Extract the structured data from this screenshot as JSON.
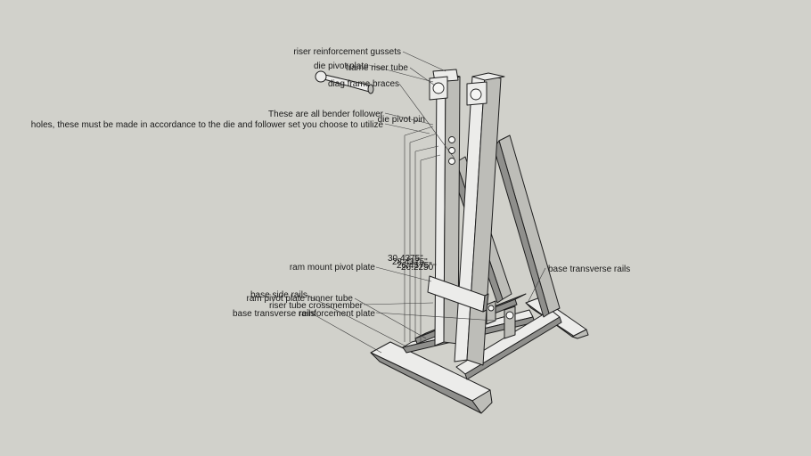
{
  "labels": {
    "riser_gussets": "riser reinforcement gussets",
    "die_pivot_plate": "die pivot plate",
    "frame_riser_tube": "frame riser tube",
    "diag_frame_braces": "diag frame braces",
    "follower_note_1": "These are all bender follower",
    "follower_note_2": "holes, these must be made in accordance to the die and follower set you choose to utilize",
    "die_pivot_pin": "die pivot pin",
    "ram_mount_pivot_plate": "ram mount pivot plate",
    "base_transverse_rails_right": "base transverse rails",
    "base_side_rails": "base side rails",
    "ram_pivot_plate_runner_tube": "ram pivot plate runner tube",
    "riser_tube_crossmember": "riser tube crossmember",
    "base_transverse_rails_left": "base transverse rails",
    "reinforcement_plate": "reinforcement plate"
  },
  "dimensions": {
    "d1": "30.4375\"",
    "d2": "28.4375\"",
    "d3": "26.4375\"",
    "d4": "26.2250\""
  },
  "colors": {
    "background": "#d1d1cb",
    "steel_light": "#ececea",
    "steel_shadow": "#8f8f8c",
    "outline": "#1e1e1e"
  }
}
